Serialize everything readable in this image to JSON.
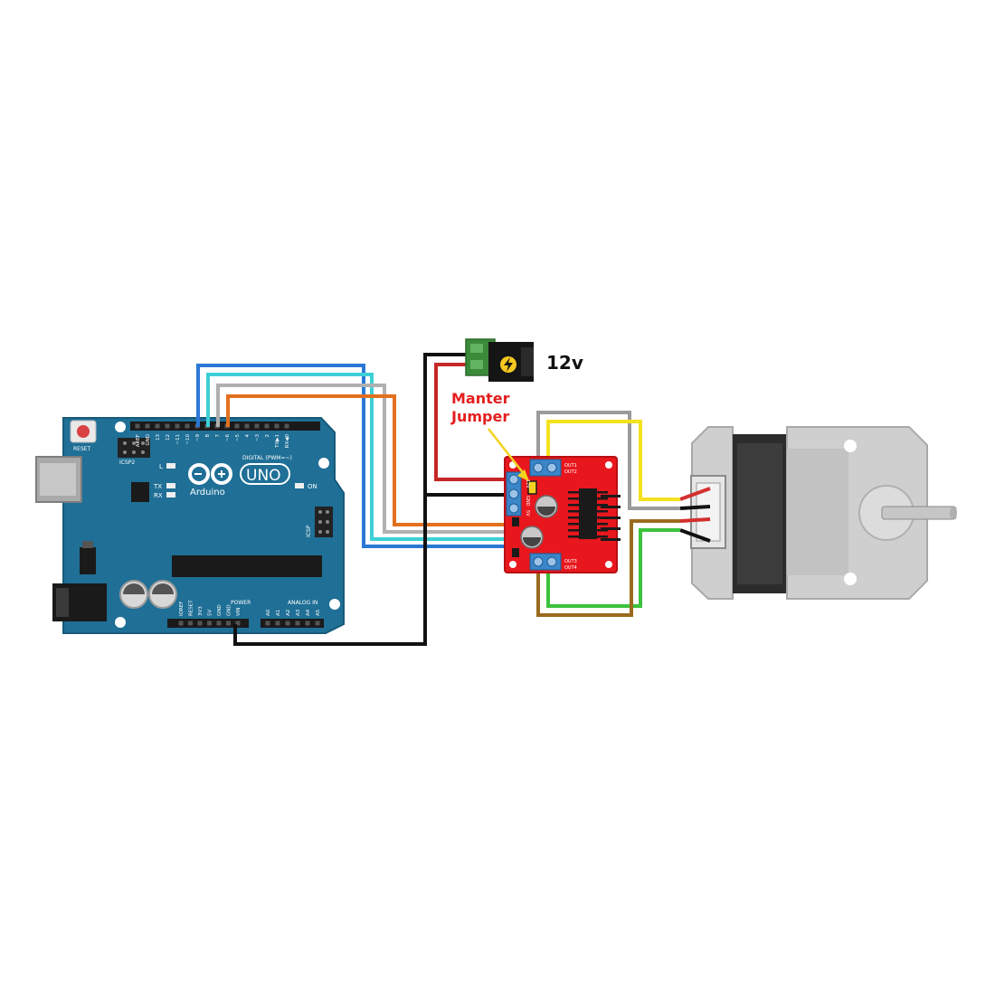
{
  "colors": {
    "arduino_board": "#1f6f96",
    "driver_board": "#e8171d",
    "motor_body": "#c9c9c9",
    "motor_dark": "#333333",
    "wire_blue": "#2a78d6",
    "wire_cyan": "#3ecfd6",
    "wire_gray": "#9b9b9b",
    "wire_orange": "#e3701e",
    "wire_red": "#c62828",
    "wire_black": "#111111",
    "wire_yellow": "#f4e21f",
    "wire_green": "#3cc23c",
    "wire_brown": "#9b6a1e",
    "annotation_red": "#e41e1e",
    "arrow_yellow": "#f4d21f"
  },
  "arduino": {
    "reset_label": "RESET",
    "icsp2_label": "ICSP2",
    "icsp_label": "ICSP",
    "brand_label": "Arduino",
    "model_label": "UNO",
    "digital_header_label": "DIGITAL (PWM=~)",
    "power_header_label": "POWER",
    "analog_header_label": "ANALOG IN",
    "led_l": "L",
    "led_tx": "TX",
    "led_rx": "RX",
    "led_on": "ON",
    "digital_pins": [
      "AREF",
      "GND",
      "13",
      "12",
      "~11",
      "~10",
      "~9",
      "8",
      "7",
      "~6",
      "~5",
      "4",
      "~3",
      "2",
      "TX▶1",
      "RX◀0"
    ],
    "power_pins": [
      "IOREF",
      "RESET",
      "3V3",
      "5V",
      "GND",
      "GND",
      "VIN"
    ],
    "analog_pins": [
      "A0",
      "A1",
      "A2",
      "A3",
      "A4",
      "A5"
    ]
  },
  "driver": {
    "label_out1": "OUT1",
    "label_out2": "OUT2",
    "label_out3": "OUT3",
    "label_out4": "OUT4",
    "label_12v": "12V",
    "label_gnd": "GND",
    "label_5v": "5V"
  },
  "annotations": {
    "jumper_line1": "Manter",
    "jumper_line2": "Jumper",
    "supply_label": "12v"
  },
  "icons": {
    "power_jack_symbol": "lightning-bolt-icon",
    "arduino_logo": "infinity-logo-icon"
  }
}
